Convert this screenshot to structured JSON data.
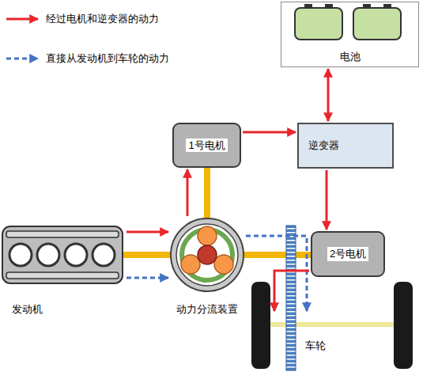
{
  "diagram": {
    "nodes": [
      {
        "text": [
          "电池"
        ]
      },
      {
        "text": [
          "1号电机"
        ]
      },
      {
        "text": [
          "逆变器"
        ]
      },
      {
        "text": [
          "发动机"
        ]
      },
      {
        "text": [
          "动力分流装置"
        ]
      },
      {
        "text": [
          "2号电机"
        ]
      },
      {
        "text": [
          "车轮"
        ]
      }
    ],
    "edges": [
      {
        "from": 0,
        "to": 2,
        "arrow": "both"
      },
      {
        "from": 1,
        "to": 2,
        "arrow": "to"
      },
      {
        "from": 2,
        "to": 5,
        "arrow": "to"
      },
      {
        "from": 4,
        "to": 1,
        "arrow": "to"
      },
      {
        "from": 3,
        "to": 4,
        "arrow": "to"
      },
      {
        "from": 3,
        "to": 4,
        "arrow": "to"
      },
      {
        "from": 4,
        "to": 6,
        "arrow": "to"
      },
      {
        "from": 5,
        "to": 6,
        "arrow": "to"
      }
    ],
    "legend": [
      {
        "text": "经过电机和逆变器的动力"
      },
      {
        "text": "直接从发动机到车轮的动力"
      }
    ]
  }
}
